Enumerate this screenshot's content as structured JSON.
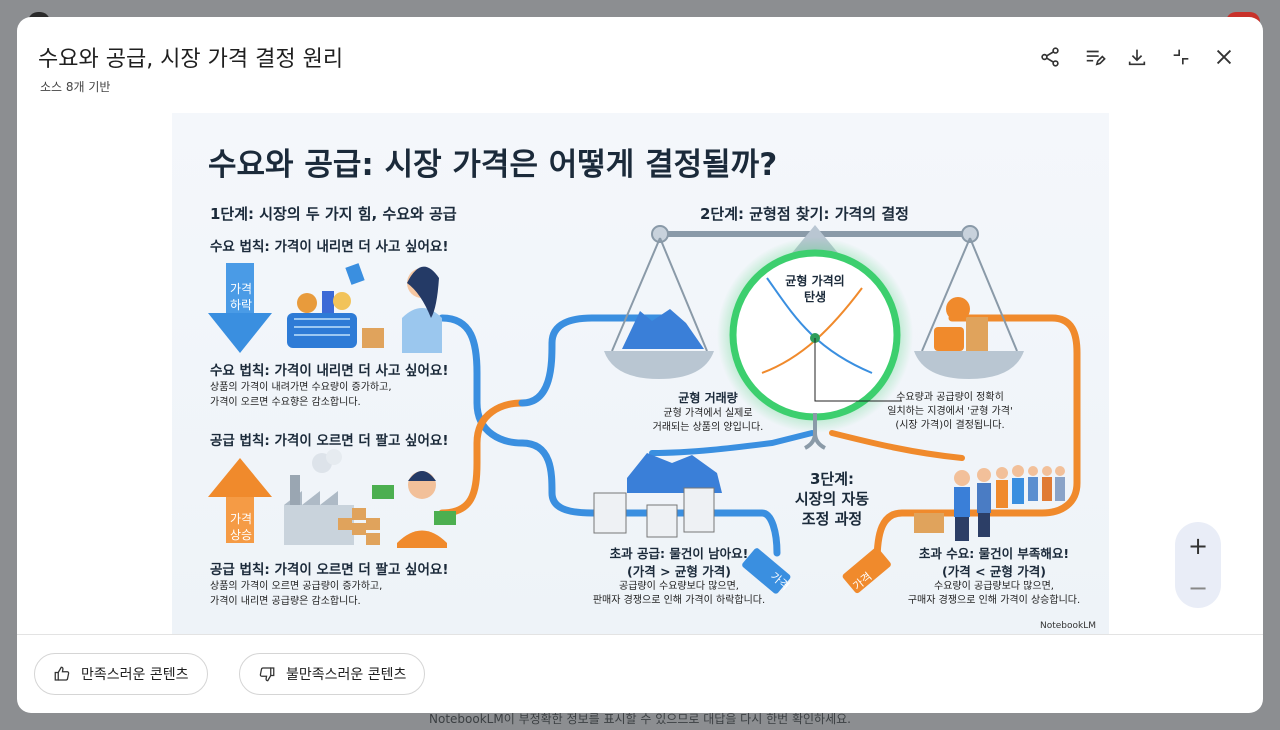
{
  "background_notice": "NotebookLM이 부정확한 정보를 표시할 수 있으므로 대답을 다시 한번 확인하세요.",
  "header": {
    "title": "수요와 공급, 시장 가격 결정 원리",
    "subtitle": "소스 8개 기반",
    "toolbar_icons": [
      "share-icon",
      "edit-list-icon",
      "download-icon",
      "collapse-icon",
      "close-icon"
    ]
  },
  "infographic": {
    "title": "수요와 공급: 시장 가격은 어떻게 결정될까?",
    "step1_heading": "1단계: 시장의 두 가지 힘, 수요와 공급",
    "demand_top": "수요 법칙: 가격이 내리면 더 사고 싶어요!",
    "price_down_l1": "가격",
    "price_down_l2": "하락",
    "demand_heading": "수요 법칙: 가격이 내리면 더 사고 싶어요!",
    "demand_desc_1": "상품의 가격이 내려가면 수요량이 증가하고,",
    "demand_desc_2": "가격이 오르면 수요향은 감소합니다.",
    "supply_top": "공급 법칙: 가격이 오르면 더 팔고 싶어요!",
    "price_up_l1": "가격",
    "price_up_l2": "상승",
    "supply_heading": "공급 법칙: 가격이 오르면 더 팔고 싶어요!",
    "supply_desc_1": "상품의 가격이 오르면 공급량이 증가하고,",
    "supply_desc_2": "가격이 내리면 공급량은 감소합니다.",
    "step2_heading": "2단계: 균형점 찾기: 가격의 결정",
    "eq_label_1": "균형 가격의",
    "eq_label_2": "탄생",
    "eq_qty_heading": "균형 거래량",
    "eq_qty_desc_1": "균형 가격에서 실제로",
    "eq_qty_desc_2": "거래되는 상품의 양입니다.",
    "eq_price_desc_1": "수요량과 공급량이 정확히",
    "eq_price_desc_2": "일치하는 지경에서 '균형 가격'",
    "eq_price_desc_3": "(시장 가격)이 결정됩니다.",
    "step3_l1": "3단계:",
    "step3_l2": "시장의 자동",
    "step3_l3": "조정 과정",
    "surplus_heading": "초과 공급: 물건이 남아요!",
    "surplus_sub": "(가격 > 균형 가격)",
    "surplus_desc_1": "공급량이 수요량보다 많으면,",
    "surplus_desc_2": "판매자 경쟁으로 인해 가격이 하락합니다.",
    "shortage_heading": "초과 수요: 물건이 부족해요!",
    "shortage_sub": "(가격 < 균형 가격)",
    "shortage_desc_1": "수요량이 공급량보다 많으면,",
    "shortage_desc_2": "구매자 경쟁으로 인해 가격이 상승합니다.",
    "tag_label": "가격",
    "watermark": "NotebookLM"
  },
  "zoom": {
    "in": "+",
    "out": "−"
  },
  "feedback": {
    "like_label": "만족스러운 콘텐츠",
    "dislike_label": "불만족스러운 콘텐츠"
  },
  "colors": {
    "blue": "#3a8fe0",
    "orange": "#f08a2c",
    "green_glow": "#3ccf6e"
  }
}
